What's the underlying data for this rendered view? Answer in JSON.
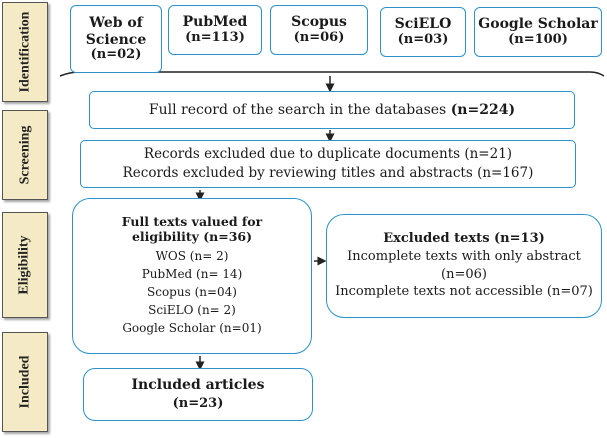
{
  "phases": [
    "Identification",
    "Screening",
    "Eligibility",
    "Included"
  ],
  "databases": [
    {
      "name": "Web of Science",
      "count": "(n=02)"
    },
    {
      "name": "PubMed",
      "count": "(n=113)"
    },
    {
      "name": "Scopus",
      "count": "(n=06)"
    },
    {
      "name": "SciELO",
      "count": "(n=03)"
    },
    {
      "name": "Google Scholar",
      "count": "(n=100)"
    }
  ],
  "full_record": {
    "text": "Full record of the search in the databases ",
    "count": "(n=224)"
  },
  "screening": {
    "line1": "Records excluded due to duplicate documents (n=21)",
    "line2": "Records excluded by reviewing  titles and abstracts (n=167)"
  },
  "eligibility": {
    "title": "Full texts valued for eligibility (n=36)",
    "items": [
      "WOS (n= 2)",
      "PubMed (n= 14)",
      "Scopus (n=04)",
      "SciELO (n= 2)",
      "Google Scholar (n=01)"
    ]
  },
  "excluded": {
    "title": "Excluded texts (n=13)",
    "line1": "Incomplete texts with only abstract",
    "line2": "(n=06)",
    "line3": "Incomplete texts not accessible (n=07)"
  },
  "included": {
    "title": "Included articles",
    "count": "(n=23)"
  }
}
